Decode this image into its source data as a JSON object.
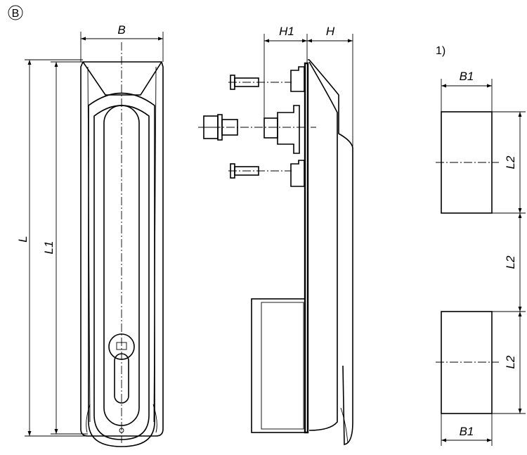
{
  "view_marker": "B",
  "footnote_marker": "1)",
  "dimensions": {
    "width": "B",
    "length": "L",
    "length_inner": "L1",
    "height_mount": "H1",
    "height": "H",
    "insert_width_top": "B1",
    "insert_width_bottom": "B1",
    "insert_length_1": "L2",
    "insert_spacing": "L2",
    "insert_length_2": "L2"
  }
}
